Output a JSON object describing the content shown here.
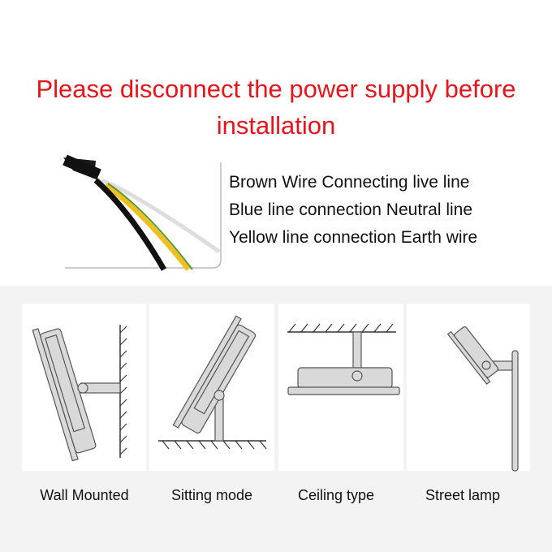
{
  "warning": {
    "line1": "Please disconnect the power supply before",
    "line2": "installation"
  },
  "wiring": [
    "Brown Wire Connecting live line",
    "Blue line connection Neutral  line",
    "Yellow line connection Earth wire"
  ],
  "mounting_modes": [
    "Wall Mounted",
    "Sitting mode",
    "Ceiling type",
    "Street lamp"
  ],
  "colors": {
    "warning": "#e8141b",
    "drawing_fill": "#d9d9d9",
    "drawing_stroke": "#555555"
  }
}
